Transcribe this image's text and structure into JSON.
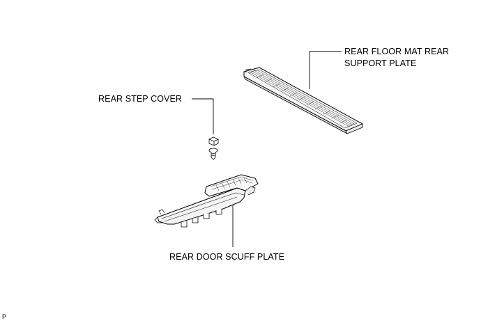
{
  "labels": {
    "floor_mat_line1": "REAR FLOOR MAT REAR",
    "floor_mat_line2": "SUPPORT PLATE",
    "step_cover": "REAR STEP COVER",
    "scuff_plate": "REAR DOOR SCUFF PLATE"
  },
  "footer_code": "P",
  "colors": {
    "line": "#000000",
    "background": "#ffffff",
    "part_fill": "#f4f4f4"
  }
}
